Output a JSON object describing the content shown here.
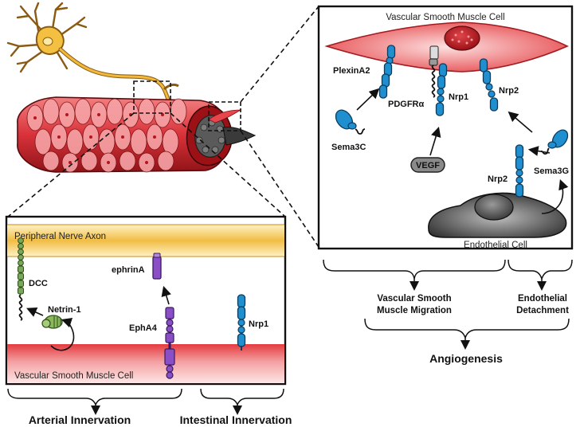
{
  "vsmc_panel": {
    "title": "Vascular Smooth Muscle Cell",
    "endothelial_label": "Endothelial Cell",
    "receptors": {
      "plexina2": "PlexinA2",
      "sema3c": "Sema3C",
      "pdgfra": "PDGFRα",
      "nrp1": "Nrp1",
      "nrp2_top": "Nrp2",
      "vegf": "VEGF",
      "nrp2_endo": "Nrp2",
      "sema3g": "Sema3G"
    },
    "outcomes": {
      "migration_line1": "Vascular Smooth",
      "migration_line2": "Muscle Migration",
      "detachment_line1": "Endothelial",
      "detachment_line2": "Detachment",
      "final": "Angiogenesis"
    }
  },
  "innervation_panel": {
    "top_band": "Peripheral Nerve Axon",
    "bottom_band": "Vascular Smooth Muscle Cell",
    "labels": {
      "dcc": "DCC",
      "netrin1": "Netrin-1",
      "ephrina": "ephrinA",
      "epha4": "EphA4",
      "nrp1": "Nrp1"
    },
    "outcomes": {
      "arterial": "Arterial Innervation",
      "intestinal": "Intestinal Innervation"
    }
  },
  "colors": {
    "blue_receptor": "#1f8fd0",
    "green_receptor": "#5f9a3a",
    "purple_receptor": "#8a4fc7",
    "vessel_red": "#d9323a",
    "axon_gold": "#e0a428",
    "endothelial_gray": "#444444"
  },
  "icons": [
    "neuron-icon",
    "blood-vessel-icon",
    "endothelial-cell-icon"
  ]
}
